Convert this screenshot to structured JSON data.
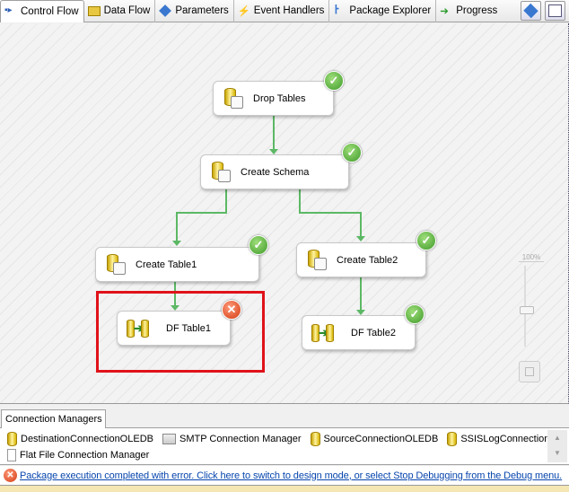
{
  "tabs": [
    {
      "label": "Control Flow",
      "icon": "control-flow-icon",
      "active": true
    },
    {
      "label": "Data Flow",
      "icon": "data-flow-icon"
    },
    {
      "label": "Parameters",
      "icon": "parameters-icon"
    },
    {
      "label": "Event Handlers",
      "icon": "lightning-icon"
    },
    {
      "label": "Package Explorer",
      "icon": "tree-icon"
    },
    {
      "label": "Progress",
      "icon": "arrow-icon"
    }
  ],
  "toolbar": {
    "icons": [
      "variables-icon",
      "toolbox-icon"
    ]
  },
  "nodes": [
    {
      "label": "Drop Tables",
      "status": "success"
    },
    {
      "label": "Create Schema",
      "status": "success"
    },
    {
      "label": "Create Table1",
      "status": "success"
    },
    {
      "label": "Create Table2",
      "status": "success"
    },
    {
      "label": "DF Table1",
      "status": "error"
    },
    {
      "label": "DF Table2",
      "status": "success"
    }
  ],
  "badges": {
    "success": "✓",
    "error": "✕"
  },
  "colors": {
    "link": "#5cb865",
    "highlight": "#e0121a",
    "success": "#3f9a2a",
    "error": "#d23a10"
  },
  "zoom": {
    "label": "100%",
    "level": 1.0
  },
  "connection_managers": {
    "tab_label": "Connection Managers",
    "items": [
      {
        "label": "DestinationConnectionOLEDB",
        "icon": "database-icon"
      },
      {
        "label": "SMTP Connection Manager",
        "icon": "smtp-icon"
      },
      {
        "label": "SourceConnectionOLEDB",
        "icon": "database-icon"
      },
      {
        "label": "SSISLogConnection",
        "icon": "database-icon"
      },
      {
        "label": "Flat File Connection Manager",
        "icon": "flat-file-icon"
      }
    ]
  },
  "status": {
    "message": "Package execution completed with error. Click here to switch to design mode, or select Stop Debugging from the Debug menu."
  }
}
